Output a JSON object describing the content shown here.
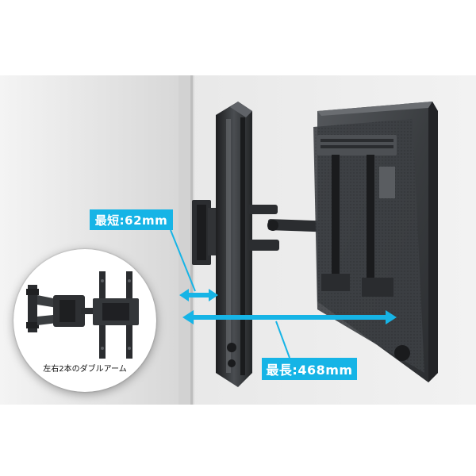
{
  "labels": {
    "min_distance": "最短:62mm",
    "max_distance": "最長:468mm"
  },
  "inset": {
    "caption": "左右2本のダブルアーム"
  },
  "colors": {
    "accent": "#16b4e6",
    "wall": "#e9e9e9",
    "tv_body": "#3a3d40"
  }
}
